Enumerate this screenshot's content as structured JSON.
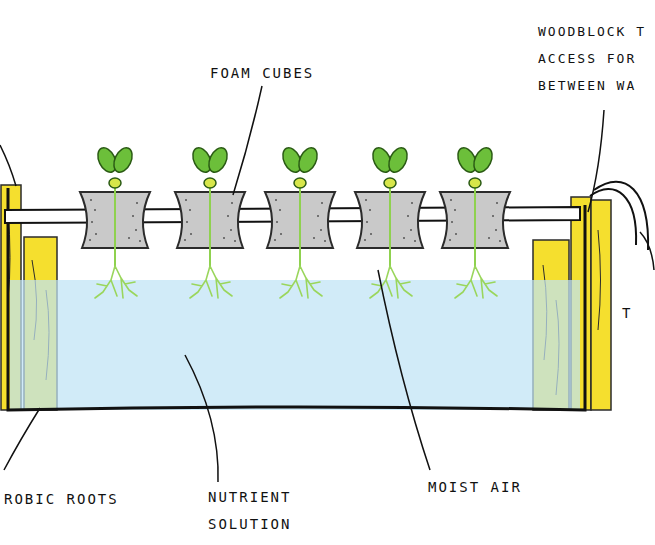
{
  "diagram": {
    "labels": [
      "FOAM CUBES",
      "WOODBLOCK T ACCESS FOR BETWEEN WA",
      "T",
      "ROBIC ROOTS",
      "NUTRIENT SOLUTION",
      "MOIST AIR"
    ]
  }
}
